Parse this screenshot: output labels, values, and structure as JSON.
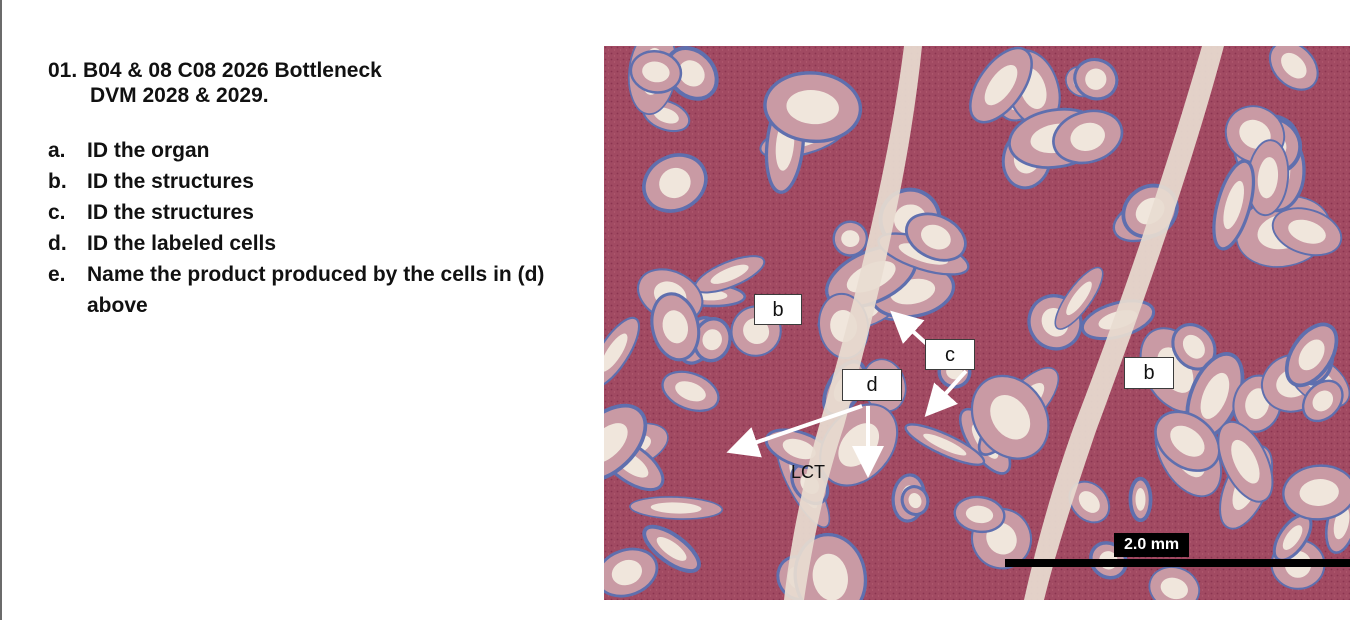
{
  "question": {
    "title_line1": "01. B04 & 08 C08 2026 Bottleneck",
    "title_line2": "DVM 2028 & 2029.",
    "items": [
      {
        "letter": "a.",
        "text": "ID the organ"
      },
      {
        "letter": "b.",
        "text": "ID the structures"
      },
      {
        "letter": "c.",
        "text": "ID the structures"
      },
      {
        "letter": "d.",
        "text": "ID the labeled cells"
      },
      {
        "letter": "e.",
        "text": "Name the product produced by the cells in (d) above"
      }
    ]
  },
  "figure": {
    "labels": {
      "b_left": "b",
      "b_right": "b",
      "c": "c",
      "d": "d",
      "lct": "LCT"
    },
    "scale_bar_text": "2.0 mm",
    "colors": {
      "tissue": "#a14a62",
      "tubule_border": "#5f6fae",
      "tubule_lumen": "#f0e6dc",
      "connective": "#e8dcd0",
      "arrow": "#ffffff"
    }
  }
}
